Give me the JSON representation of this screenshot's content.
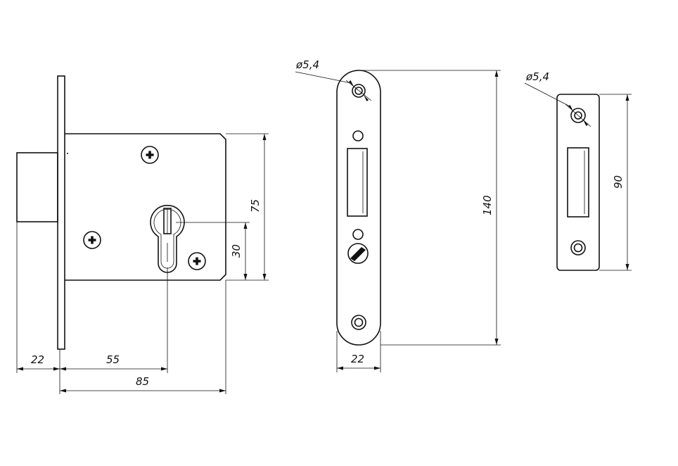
{
  "dimensions": {
    "body_depth": "22",
    "backset": "55",
    "body_width": "85",
    "body_height": "75",
    "center_distance": "30",
    "faceplate_hole": "ø5,4",
    "faceplate_length": "140",
    "faceplate_width": "22",
    "strike_hole": "ø5,4",
    "strike_length": "90"
  }
}
